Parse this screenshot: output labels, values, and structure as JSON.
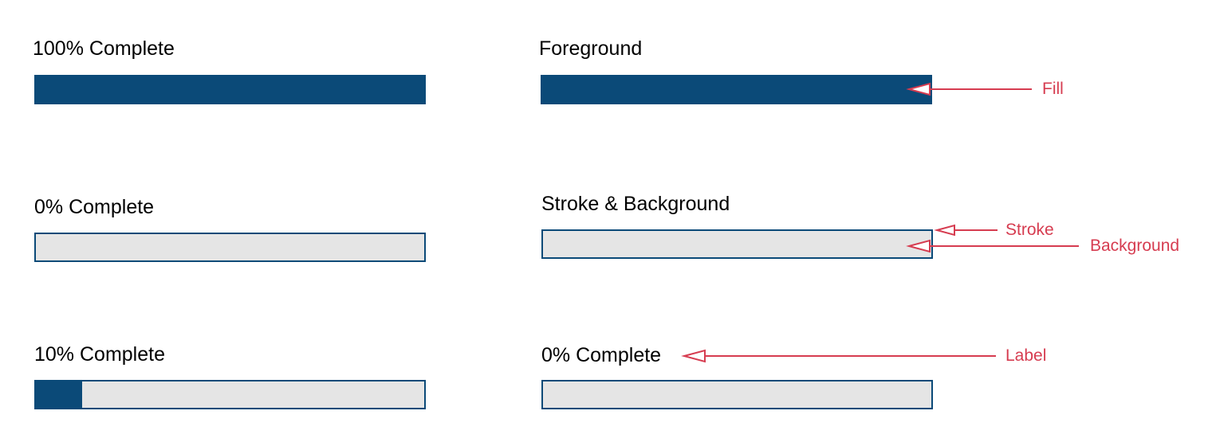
{
  "examples": [
    {
      "label": "100% Complete",
      "progress": 1.0
    },
    {
      "label": "0% Complete",
      "progress": 0.0
    },
    {
      "label": "10% Complete",
      "progress": 0.12
    }
  ],
  "anatomy": {
    "foreground": {
      "heading": "Foreground",
      "progress": 1.0
    },
    "stroke_background": {
      "heading": "Stroke & Background",
      "progress": 0.0
    },
    "label_example": {
      "label": "0% Complete",
      "progress": 0.0
    }
  },
  "callouts": {
    "fill": "Fill",
    "stroke": "Stroke",
    "background": "Background",
    "label": "Label"
  },
  "colors": {
    "fill": "#0b4a78",
    "stroke": "#0b4a78",
    "track": "#e5e5e5",
    "callout": "#d63c50"
  }
}
